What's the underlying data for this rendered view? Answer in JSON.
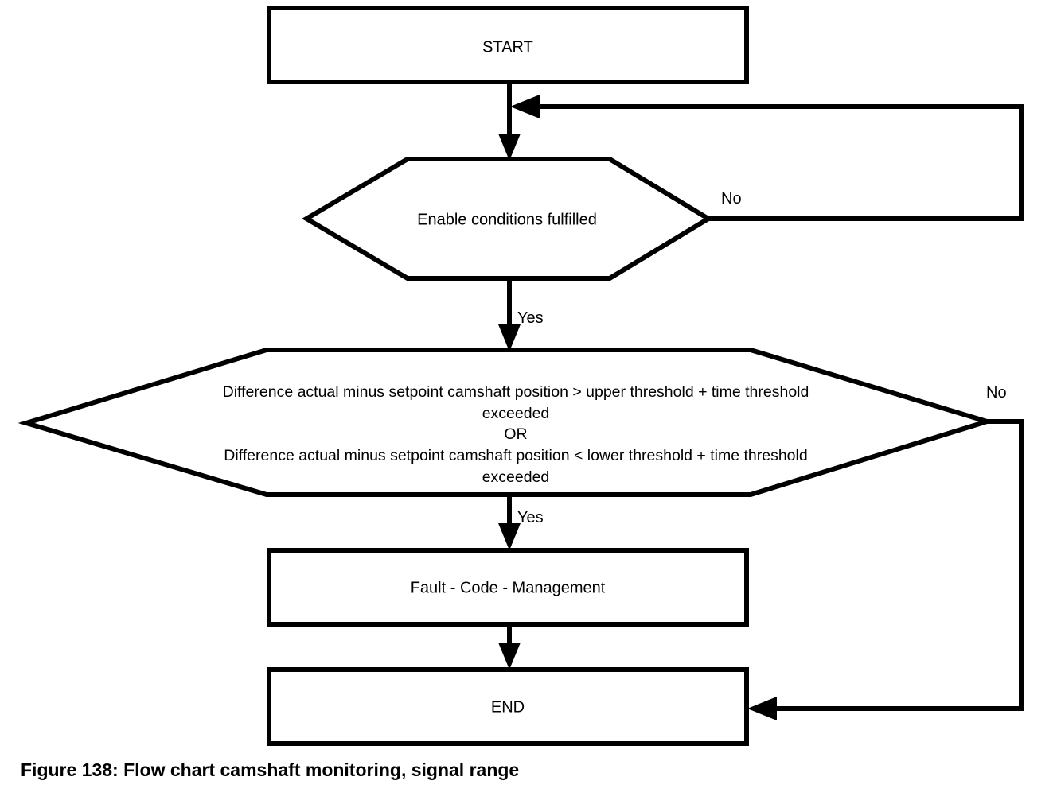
{
  "figure": {
    "caption": "Figure 138: Flow chart camshaft monitoring, signal range",
    "background_color": "#ffffff",
    "line_color": "#000000"
  },
  "nodes": {
    "start": {
      "label": "START",
      "shape": "rectangle"
    },
    "enable_conditions": {
      "label": "Enable conditions fulfilled",
      "shape": "hexagon"
    },
    "threshold_check": {
      "shape": "hexagon",
      "lines": [
        "Difference actual minus setpoint camshaft position > upper threshold + time threshold",
        "exceeded",
        "OR",
        "Difference actual minus setpoint camshaft position < lower threshold + time threshold",
        "exceeded"
      ]
    },
    "fault_code_management": {
      "label": "Fault   -  Code  - Management",
      "shape": "rectangle"
    },
    "end": {
      "label": "END",
      "shape": "rectangle"
    }
  },
  "edge_labels": {
    "enable_no": "No",
    "enable_yes": "Yes",
    "threshold_no": "No",
    "threshold_yes": "Yes"
  }
}
